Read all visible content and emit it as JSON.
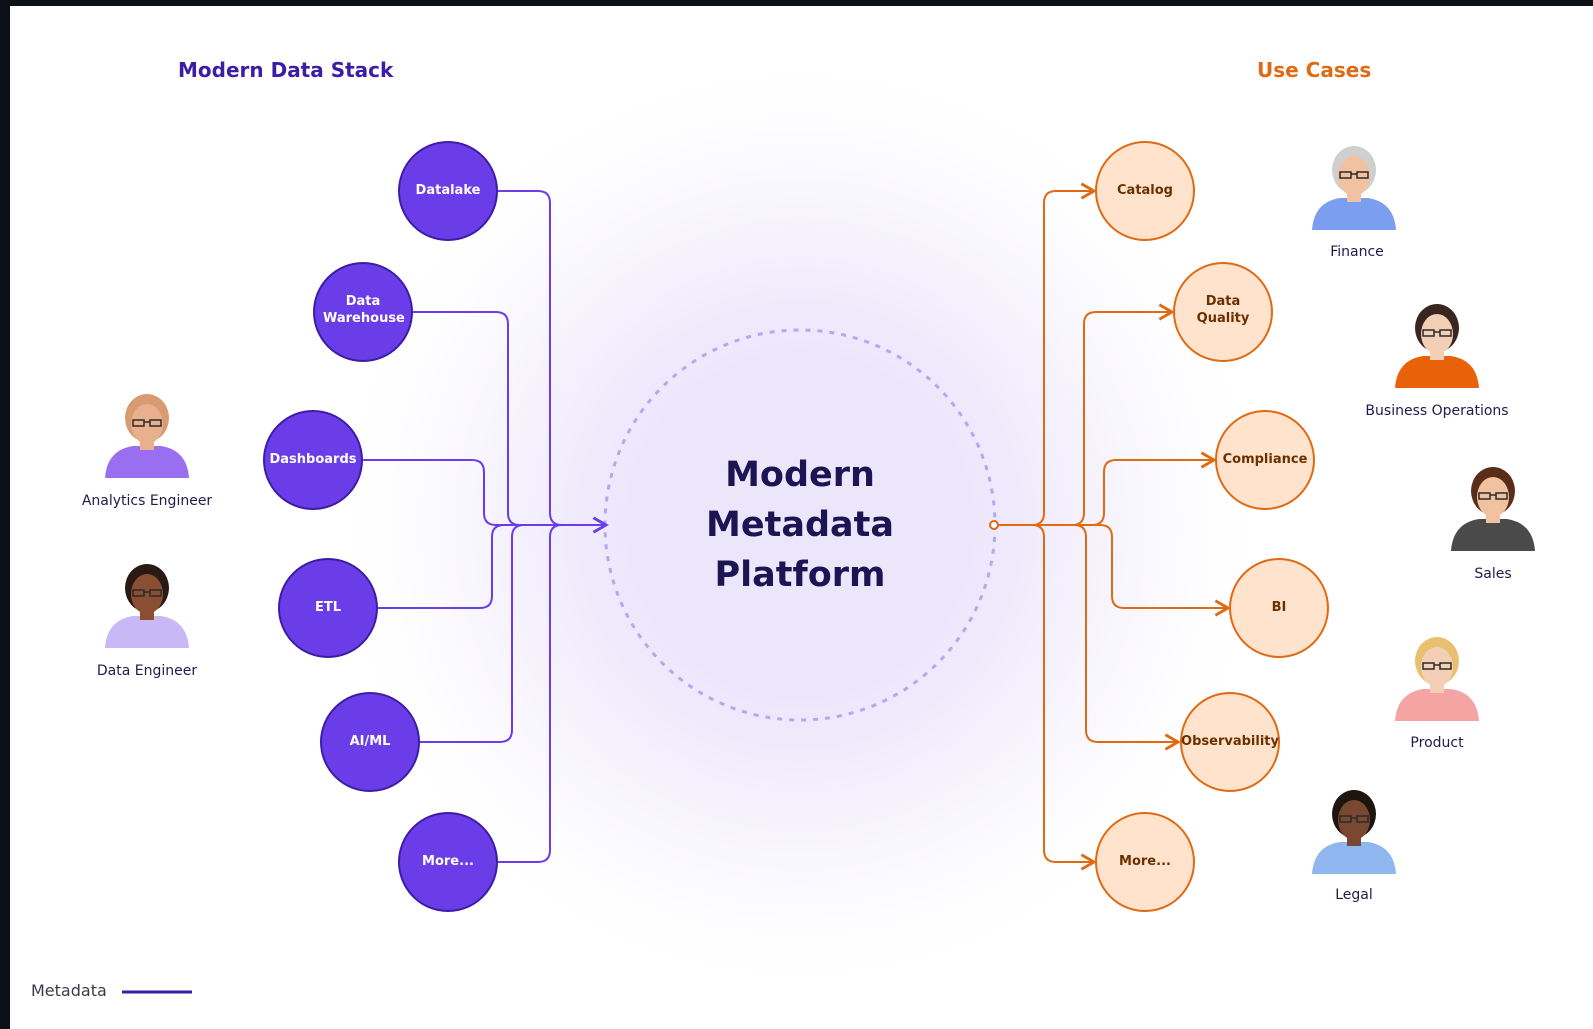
{
  "colors": {
    "purple": "#6a3de8",
    "purple_dark": "#3d1da7",
    "orange": "#e06a12",
    "orange_fill": "#ffe3cc",
    "center_text": "#1d1553",
    "background": "#0d1016"
  },
  "headers": {
    "left": "Modern Data Stack",
    "right": "Use Cases"
  },
  "center": {
    "line1": "Modern",
    "line2": "Metadata",
    "line3": "Platform"
  },
  "stack_nodes": [
    {
      "label": "Datalake"
    },
    {
      "label": "Data Warehouse"
    },
    {
      "label": "Dashboards"
    },
    {
      "label": "ETL"
    },
    {
      "label": "AI/ML"
    },
    {
      "label": "More..."
    }
  ],
  "use_case_nodes": [
    {
      "label": "Catalog"
    },
    {
      "label": "Data Quality"
    },
    {
      "label": "Compliance"
    },
    {
      "label": "BI"
    },
    {
      "label": "Observability"
    },
    {
      "label": "More..."
    }
  ],
  "personas_left": [
    {
      "label": "Analytics Engineer",
      "icon": "analytics-engineer-avatar-icon"
    },
    {
      "label": "Data Engineer",
      "icon": "data-engineer-avatar-icon"
    }
  ],
  "personas_right": [
    {
      "label": "Finance",
      "icon": "finance-avatar-icon"
    },
    {
      "label": "Business Operations",
      "icon": "business-operations-avatar-icon"
    },
    {
      "label": "Sales",
      "icon": "sales-avatar-icon"
    },
    {
      "label": "Product",
      "icon": "product-avatar-icon"
    },
    {
      "label": "Legal",
      "icon": "legal-avatar-icon"
    }
  ],
  "legend": {
    "label": "Metadata"
  }
}
